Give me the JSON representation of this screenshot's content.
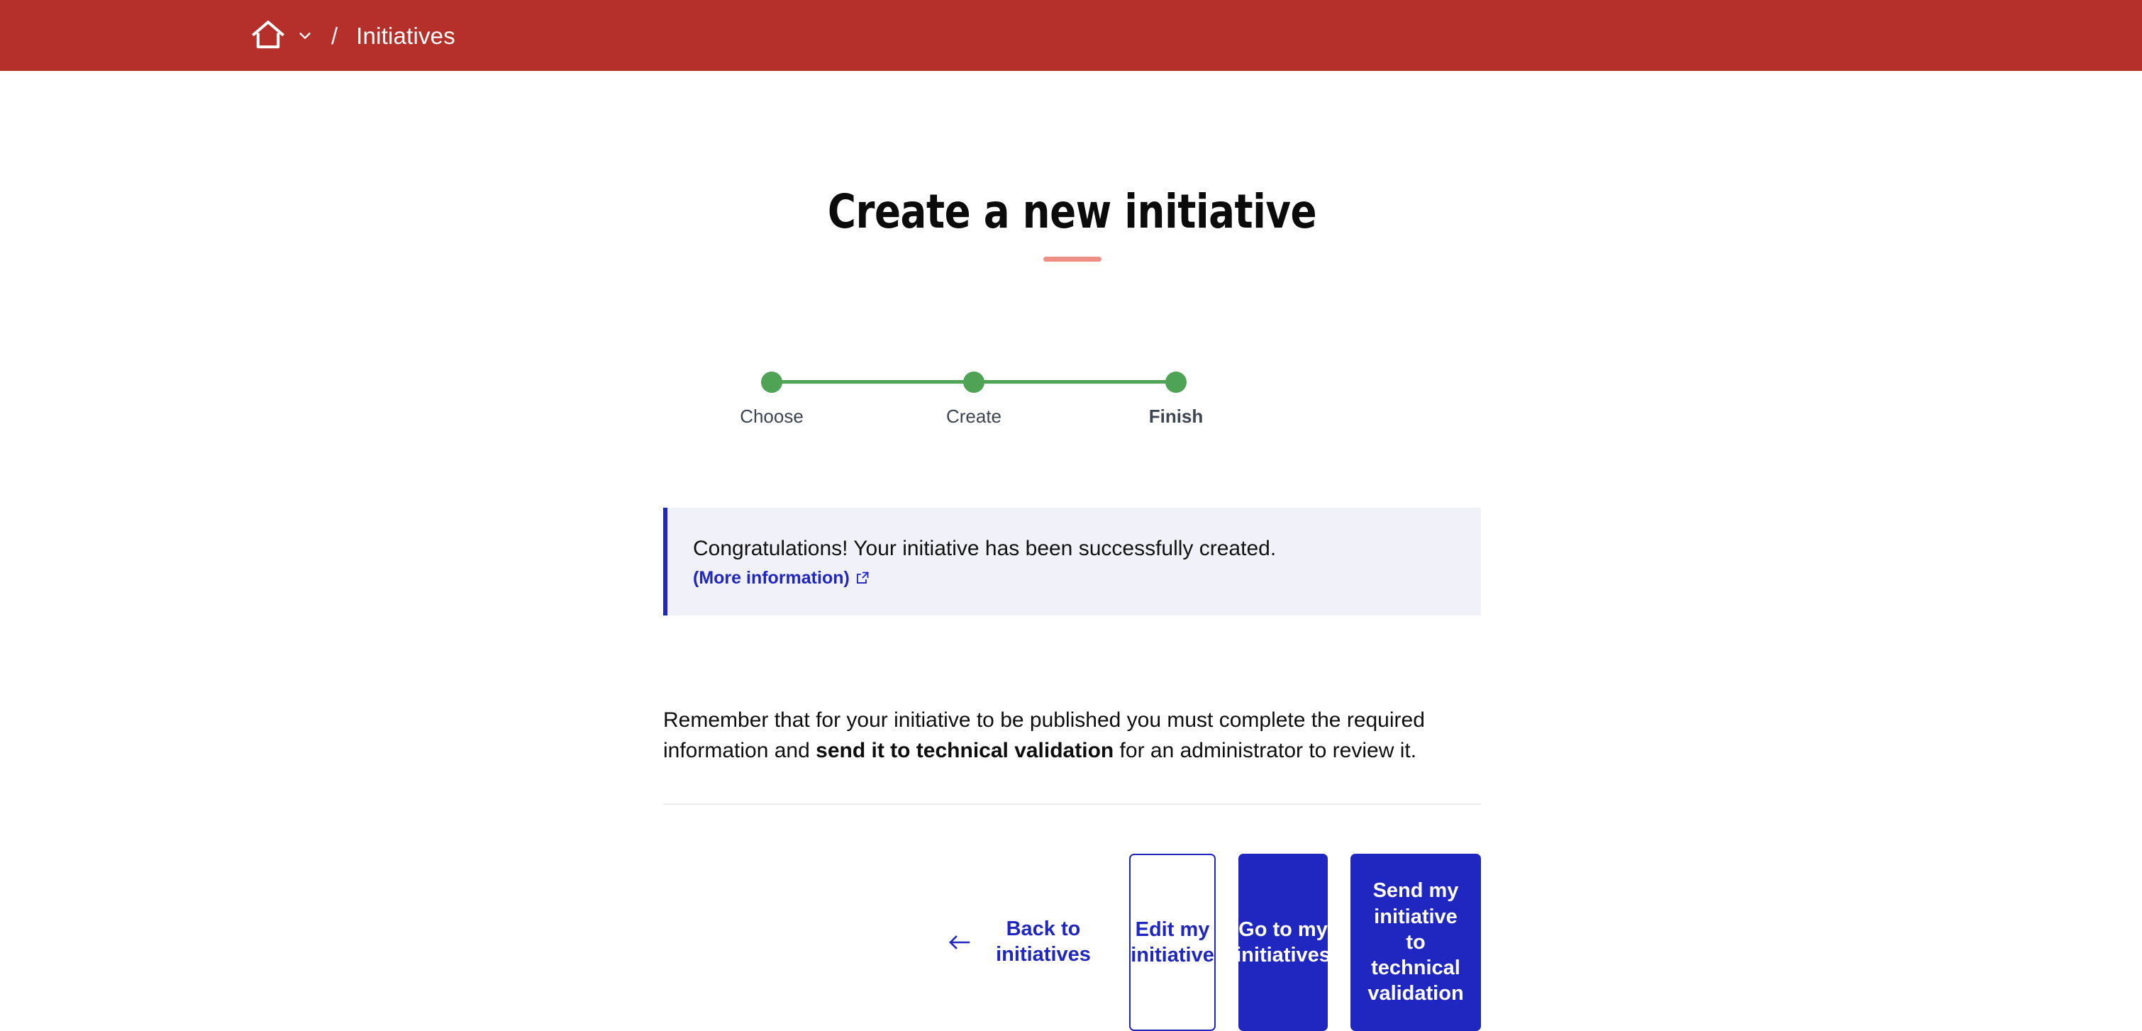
{
  "header": {
    "home_icon": "home-icon",
    "home_dropdown_icon": "chevron-down-icon",
    "separator": "/",
    "current": "Initiatives",
    "background_color": "#b5302a"
  },
  "title": {
    "text": "Create a new initiative",
    "accent_color": "#f08f86"
  },
  "stepper": {
    "active_index": 2,
    "dot_color": "#4ea355",
    "steps": [
      {
        "label": "Choose"
      },
      {
        "label": "Create"
      },
      {
        "label": "Finish"
      }
    ]
  },
  "callout": {
    "message": "Congratulations! Your initiative has been successfully created.",
    "link_label": "(More information)",
    "link_icon": "external-link-icon",
    "accent_color": "#2027c0",
    "background_color": "#f1f1fa"
  },
  "body": {
    "part1": "Remember that for your initiative to be published you must complete the required information and ",
    "emphasis": "send it to technical validation",
    "part2": " for an administrator to review it."
  },
  "actions": {
    "back": {
      "icon": "arrow-left-icon",
      "label": "Back to initiatives"
    },
    "edit": {
      "label": "Edit my initiative"
    },
    "go": {
      "label": "Go to my initiatives"
    },
    "send": {
      "label": "Send my initiative to technical validation"
    },
    "primary_color": "#2027c0"
  }
}
